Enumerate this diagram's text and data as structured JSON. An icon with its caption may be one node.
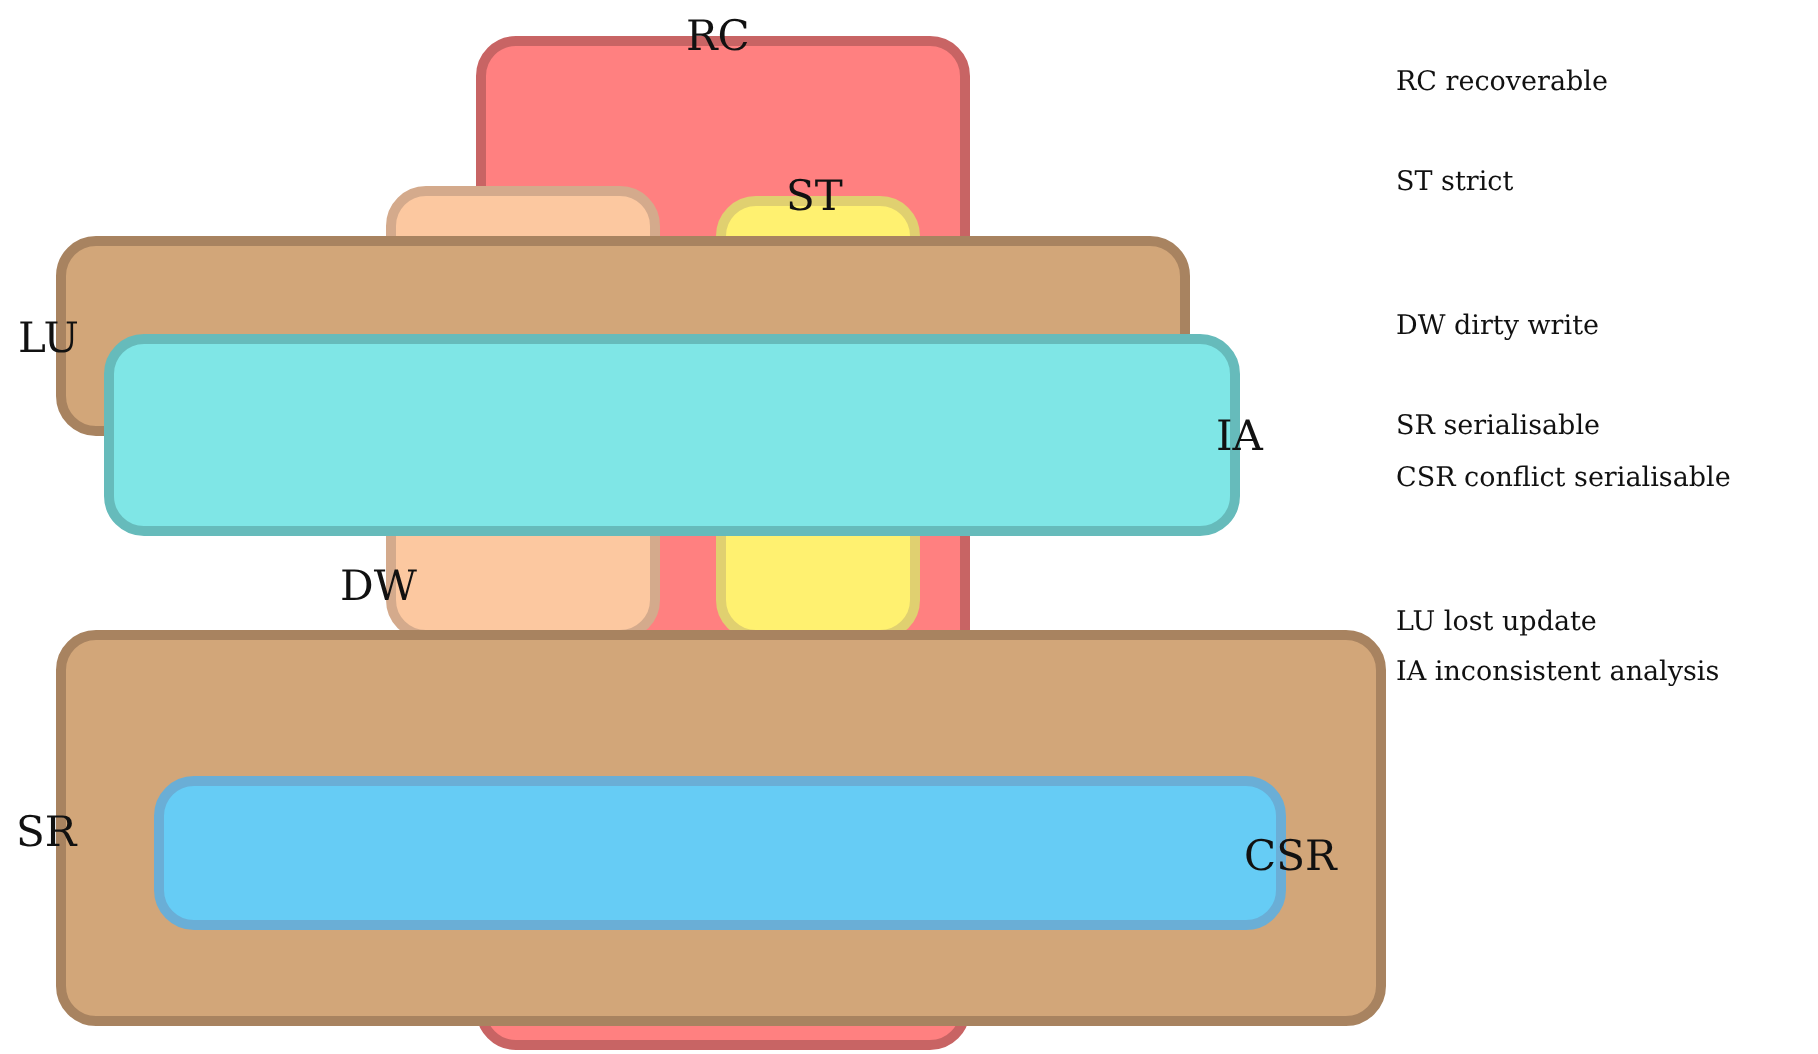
{
  "diagram": {
    "nodes": [
      {
        "text": [
          "RC"
        ]
      },
      {
        "text": [
          "DW"
        ]
      },
      {
        "text": [
          "ST"
        ],
        "in": 0
      },
      {
        "text": [
          "LU"
        ]
      },
      {
        "text": [
          "IA"
        ]
      },
      {
        "text": [
          "SR"
        ]
      },
      {
        "text": [
          "CSR"
        ],
        "in": 5
      }
    ],
    "edges": [],
    "labels": [
      "RC recoverable",
      "ST strict",
      "DW dirty write",
      "SR serialisable",
      "CSR conflict serialisable",
      "LU lost update",
      "IA inconsistent analysis"
    ]
  }
}
